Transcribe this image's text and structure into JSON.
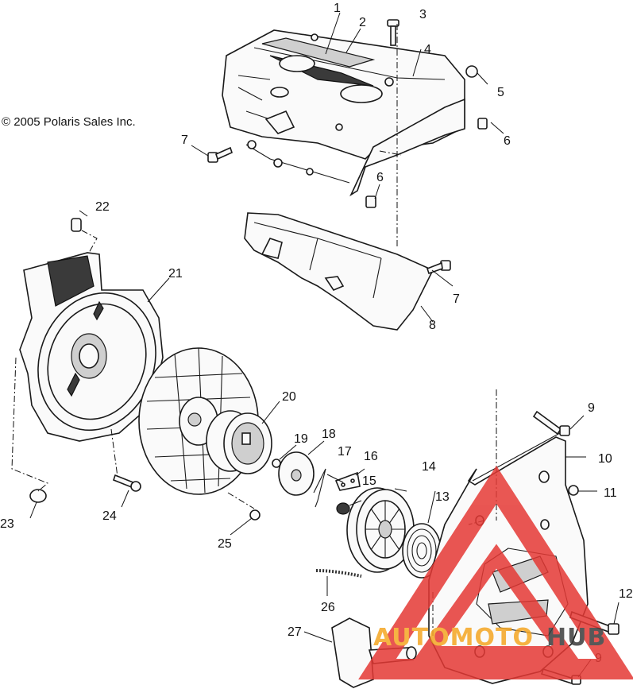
{
  "copyright": "© 2005 Polaris Sales Inc.",
  "callouts": [
    "1",
    "2",
    "3",
    "4",
    "5",
    "6",
    "6",
    "7",
    "7",
    "8",
    "9",
    "9",
    "10",
    "11",
    "12",
    "13",
    "14",
    "15",
    "16",
    "17",
    "18",
    "19",
    "20",
    "21",
    "22",
    "23",
    "24",
    "25",
    "26",
    "27"
  ],
  "watermark": {
    "text_orange": "AUTOMOTO",
    "text_dark": "HUB",
    "colors": {
      "triangle": "#e53935",
      "orange": "#f5a623",
      "dark": "#3c3c3c"
    }
  }
}
